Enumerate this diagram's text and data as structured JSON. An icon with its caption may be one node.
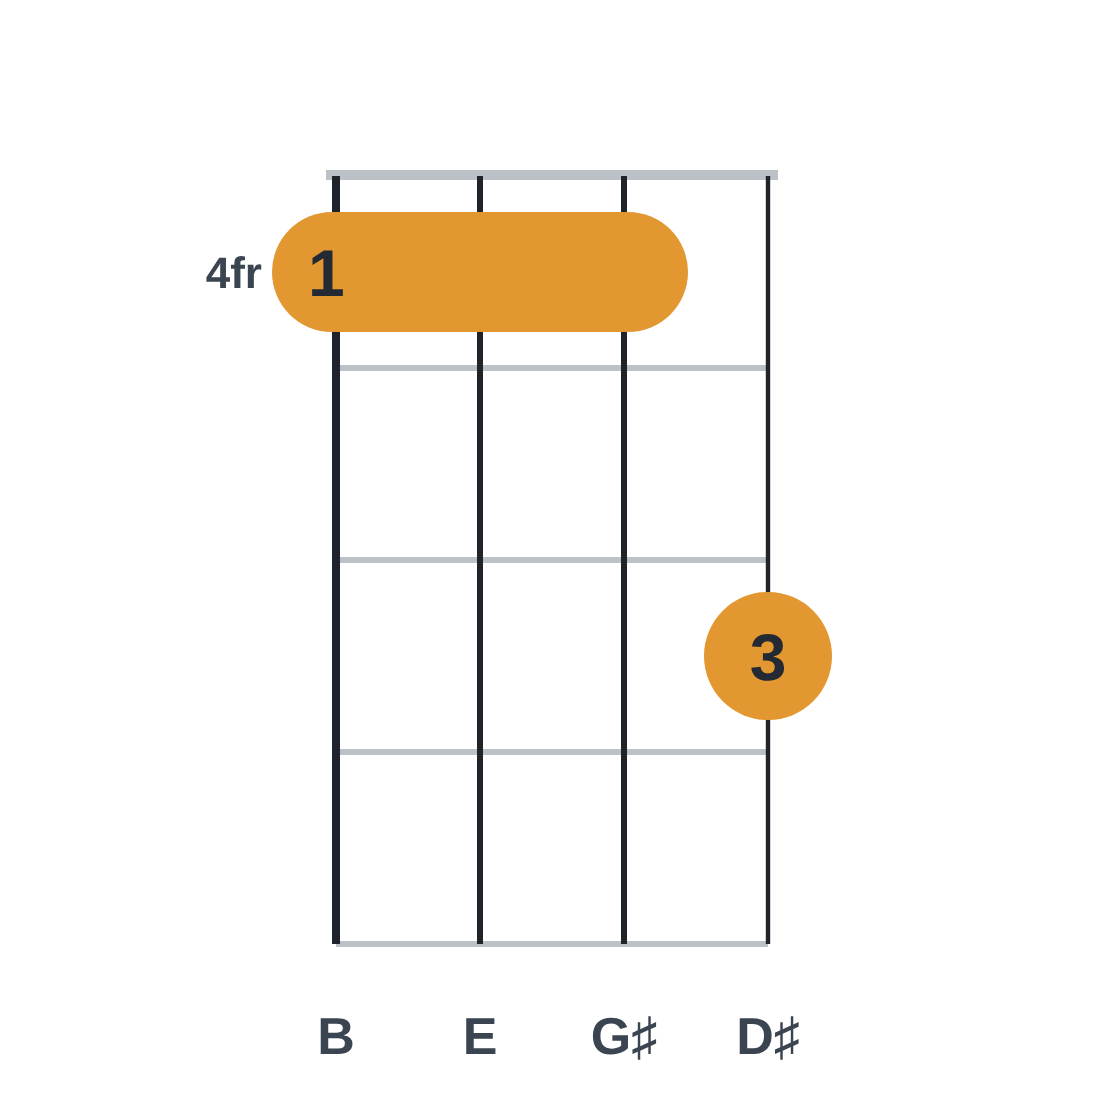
{
  "diagram": {
    "nodes": [
      {
        "text": [
          "1"
        ]
      },
      {
        "text": [
          "3"
        ]
      }
    ],
    "labels": [
      "4fr",
      "B",
      "E",
      "G♯",
      "D♯"
    ]
  }
}
